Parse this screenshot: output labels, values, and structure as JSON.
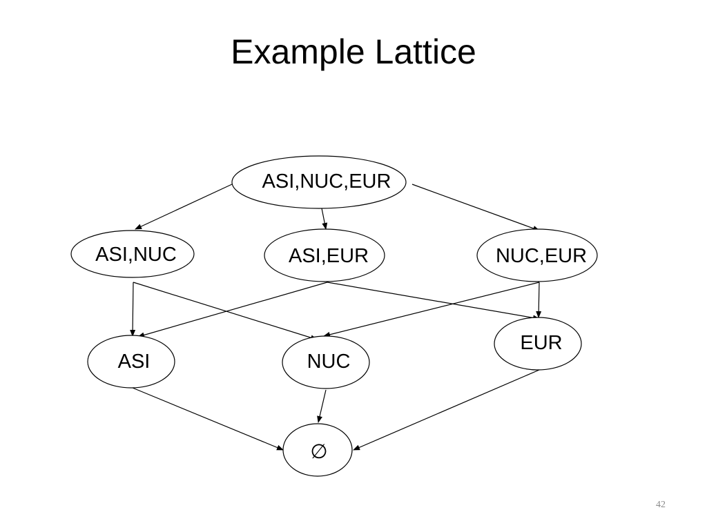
{
  "slide": {
    "title": "Example Lattice",
    "page_number": "42"
  },
  "lattice": {
    "nodes": {
      "asi_nuc_eur": "ASI,NUC,EUR",
      "asi_nuc": "ASI,NUC",
      "asi_eur": "ASI,EUR",
      "nuc_eur": "NUC,EUR",
      "asi": "ASI",
      "nuc": "NUC",
      "eur": "EUR",
      "empty": "∅"
    },
    "edges": [
      {
        "from": "ASI,NUC,EUR",
        "to": "ASI,NUC"
      },
      {
        "from": "ASI,NUC,EUR",
        "to": "ASI,EUR"
      },
      {
        "from": "ASI,NUC,EUR",
        "to": "NUC,EUR"
      },
      {
        "from": "ASI,NUC",
        "to": "ASI"
      },
      {
        "from": "ASI,NUC",
        "to": "NUC"
      },
      {
        "from": "ASI,EUR",
        "to": "ASI"
      },
      {
        "from": "ASI,EUR",
        "to": "EUR"
      },
      {
        "from": "NUC,EUR",
        "to": "NUC"
      },
      {
        "from": "NUC,EUR",
        "to": "EUR"
      },
      {
        "from": "ASI",
        "to": "∅"
      },
      {
        "from": "NUC",
        "to": "∅"
      },
      {
        "from": "EUR",
        "to": "∅"
      }
    ]
  }
}
